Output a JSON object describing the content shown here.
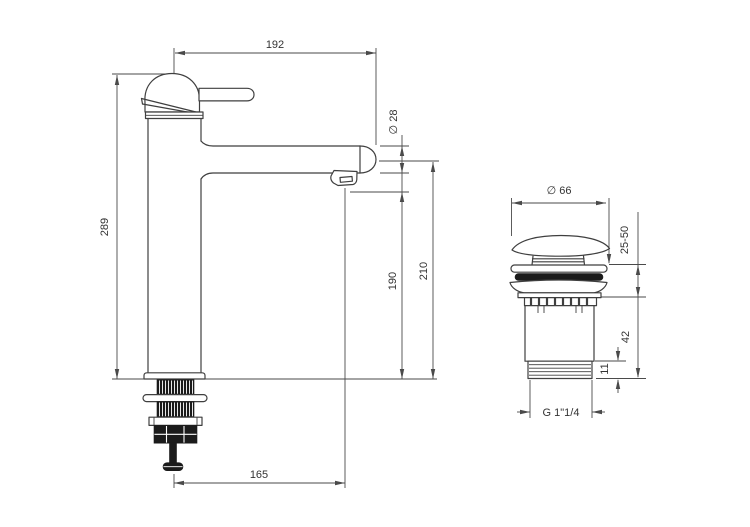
{
  "colors": {
    "background": "#ffffff",
    "outline": "#3f3f3f",
    "dimension_lines": "#4a4a4a",
    "label_text": "#333333",
    "solid_fill": "#1b1b1b"
  },
  "faucet": {
    "dims": {
      "spout_reach": "192",
      "overall_height": "289",
      "spout_diameter": "∅ 28",
      "outlet_height": "190",
      "spout_centre_height": "210",
      "rod_to_outlet": "165"
    }
  },
  "drain": {
    "dims": {
      "cap_diameter": "∅ 66",
      "cap_adjustment": "25-50",
      "body_height": "42",
      "thread_length": "11",
      "thread_size": "G 1\"1/4"
    }
  }
}
